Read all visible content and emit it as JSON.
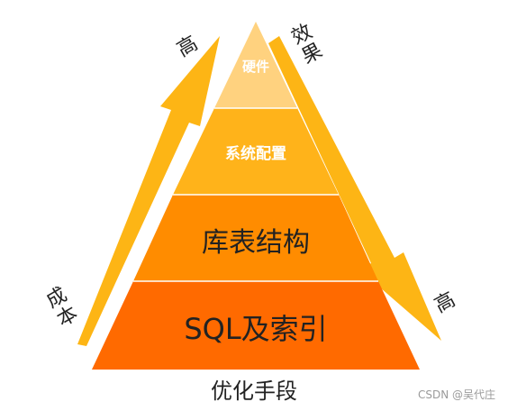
{
  "pyramid": {
    "levels": [
      {
        "label": "硬件",
        "color": "#FFD27F",
        "text_color": "#ffffff"
      },
      {
        "label": "系统配置",
        "color": "#FFB31A",
        "text_color": "#ffffff"
      },
      {
        "label": "库表结构",
        "color": "#FF8C00",
        "text_color": "#222222"
      },
      {
        "label": "SQL及索引",
        "color": "#FF6A00",
        "text_color": "#222222"
      }
    ]
  },
  "arrows": {
    "left": {
      "start_label": "成本",
      "end_label": "高",
      "color": "#FDB515"
    },
    "right": {
      "start_label": "效果",
      "end_label": "高",
      "color": "#FDB515"
    }
  },
  "caption": "优化手段",
  "watermark": "CSDN @吴代庄"
}
